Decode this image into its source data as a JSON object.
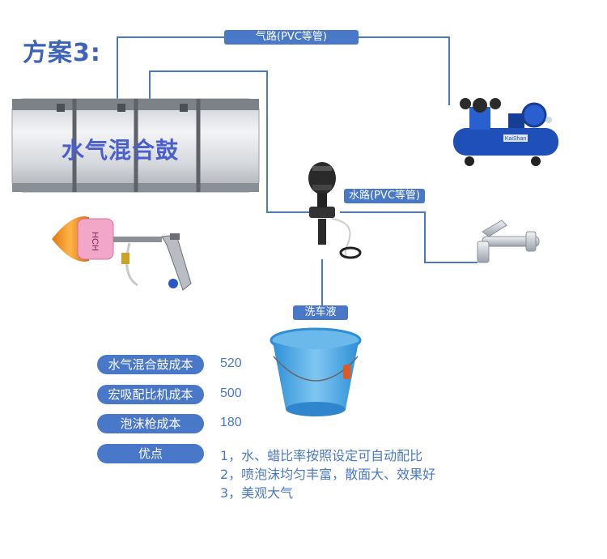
{
  "title": "方案3:",
  "labels": {
    "air_line": "气路(PVC等管)",
    "water_line": "水路(PVC等管)",
    "wash_liquid": "洗车液",
    "drum": "水气混合鼓"
  },
  "costs": [
    {
      "label": "水气混合鼓成本",
      "value": "520"
    },
    {
      "label": "宏吸配比机成本",
      "value": "500"
    },
    {
      "label": "泡沫枪成本",
      "value": "180"
    }
  ],
  "advantages": {
    "label": "优点",
    "items": [
      "1，水、蜡比率按照设定可自动配比",
      "2，喷泡沫均匀丰富，散面大、效果好",
      "3，美观大气"
    ]
  },
  "compressor_brand": "KaiShan",
  "gun_text": "HCH",
  "colors": {
    "accent": "#4a78c9",
    "line": "#4a78c9",
    "title": "#3d63b8"
  }
}
